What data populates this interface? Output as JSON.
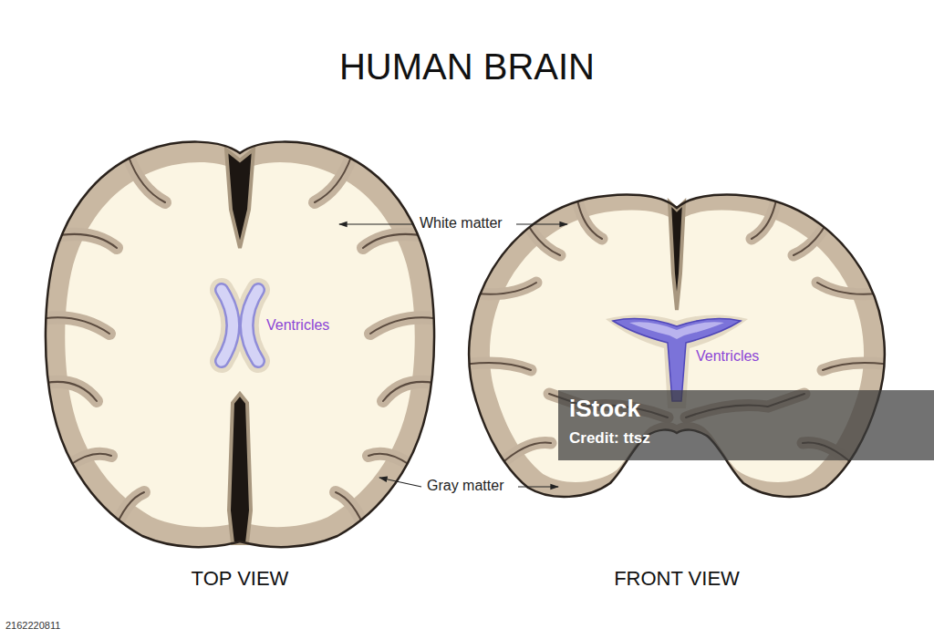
{
  "diagram": {
    "title": "HUMAN BRAIN",
    "labels": [
      "White matter",
      "Ventricles",
      "Ventricles",
      "iStock",
      "Credit: ttsz",
      "Gray matter",
      "TOP VIEW",
      "FRONT VIEW",
      "2162220811"
    ]
  }
}
